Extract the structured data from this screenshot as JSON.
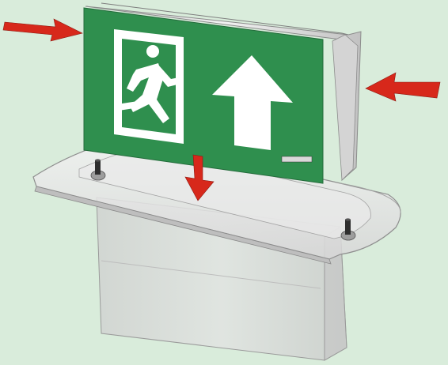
{
  "sign": {
    "brand": "",
    "model_code": "",
    "panel_color": "#2f8f4e",
    "symbol_color": "#ffffff",
    "pictograms": [
      "running-man-icon",
      "door-icon",
      "arrow-up-icon"
    ]
  },
  "assembly_arrows": {
    "color": "#d7281b",
    "directions": [
      "right",
      "left",
      "down"
    ]
  },
  "colors": {
    "background": "#d9ecdb",
    "housing": "#dcdcdc",
    "metal": "#e6e6e6"
  }
}
